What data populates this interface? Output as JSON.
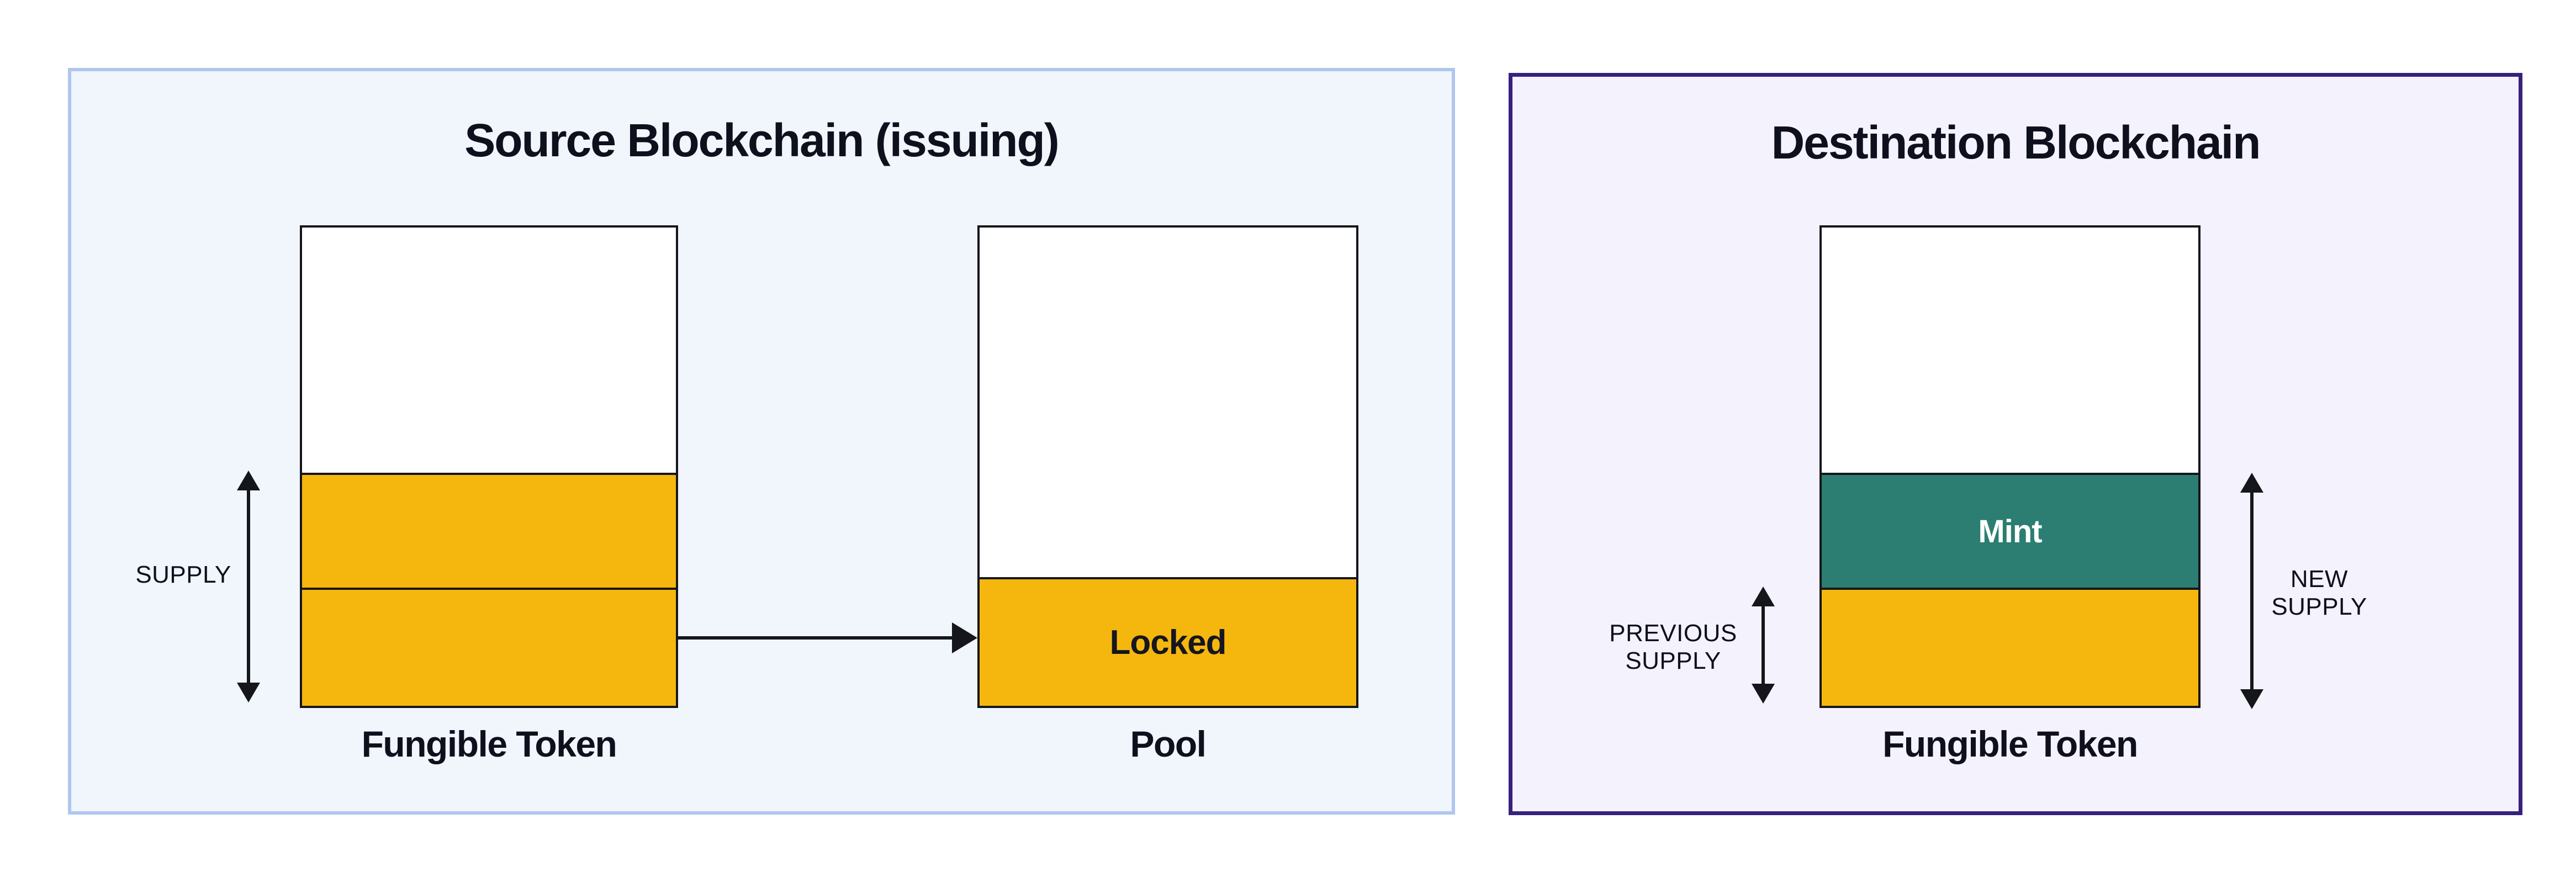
{
  "colors": {
    "amber": "#F5B70E",
    "teal": "#2B7E71",
    "ink": "#15161B",
    "text": "#0E101D",
    "left_bg": "#F1F5FC",
    "left_border": "#AFC6F0",
    "right_bg": "#F4F2FC",
    "right_border": "#37217E",
    "mint_text": "#FFFFFF",
    "locked_text": "#15161F"
  },
  "source_panel": {
    "title": "Source Blockchain (issuing)",
    "fungible_token": {
      "caption": "Fungible Token",
      "supply_label": "SUPPLY"
    },
    "pool": {
      "caption": "Pool",
      "locked_label": "Locked"
    }
  },
  "destination_panel": {
    "title": "Destination Blockchain",
    "fungible_token": {
      "caption": "Fungible Token",
      "mint_label": "Mint",
      "previous_supply_lines": [
        "PREVIOUS",
        "SUPPLY"
      ],
      "new_supply_lines": [
        "NEW",
        "SUPPLY"
      ]
    }
  }
}
